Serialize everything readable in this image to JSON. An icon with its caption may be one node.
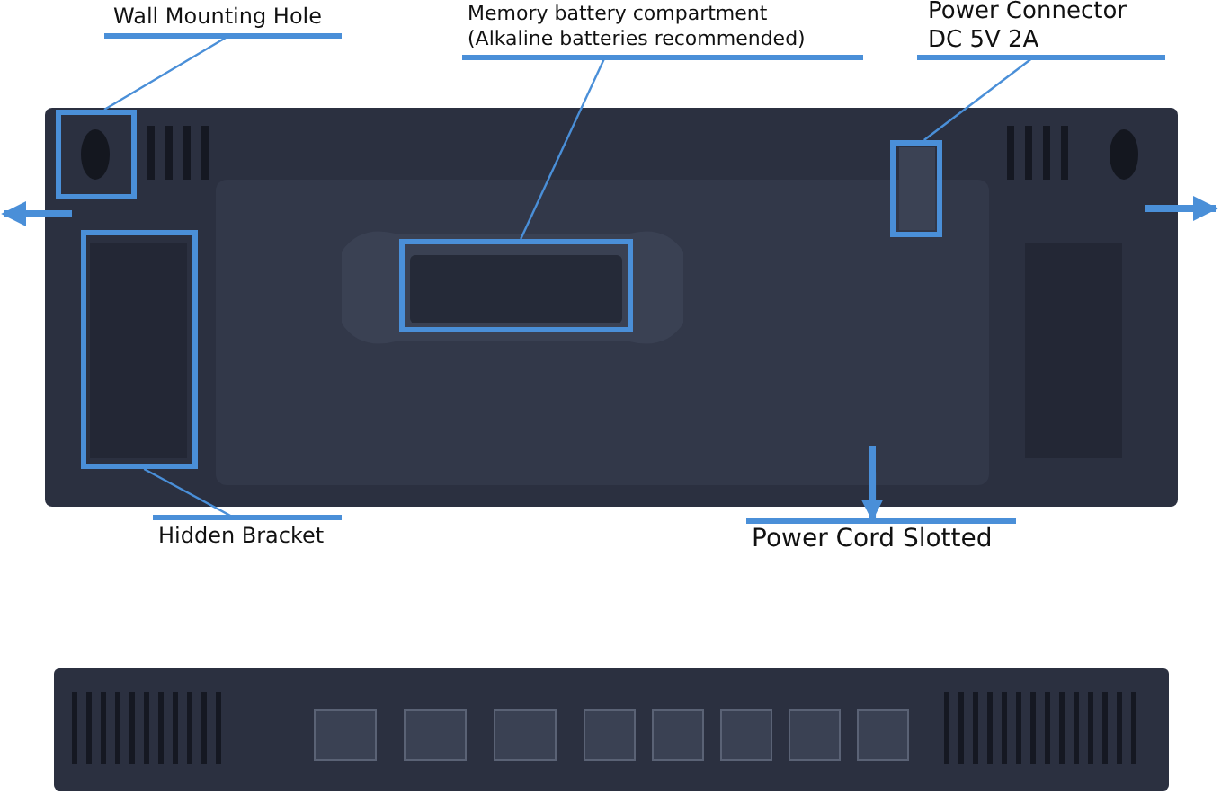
{
  "diagram": {
    "nodes": [
      {
        "text": [
          "Wall Mounting Hole"
        ]
      },
      {
        "text": [],
        "shape": "box"
      },
      {
        "text": [
          "Memory battery compartment (Alkaline batteries recommended)"
        ]
      },
      {
        "text": [],
        "shape": "box"
      },
      {
        "text": [
          "Power Connector",
          "DC 5V 2A"
        ]
      },
      {
        "text": [],
        "shape": "box"
      },
      {
        "text": [],
        "shape": "box"
      },
      {
        "text": [
          "Hidden Bracket"
        ]
      },
      {
        "text": [
          "Power Cord Slotted"
        ]
      }
    ],
    "edges": [
      {
        "from": 0,
        "to": 1,
        "arrow": "none"
      },
      {
        "from": 2,
        "to": 3,
        "arrow": "none"
      },
      {
        "from": 4,
        "to": 5,
        "arrow": "none"
      },
      {
        "from": 7,
        "to": 6,
        "arrow": "none"
      },
      {
        "from": null,
        "to": 8,
        "arrow": "to",
        "style": "thick"
      }
    ]
  }
}
